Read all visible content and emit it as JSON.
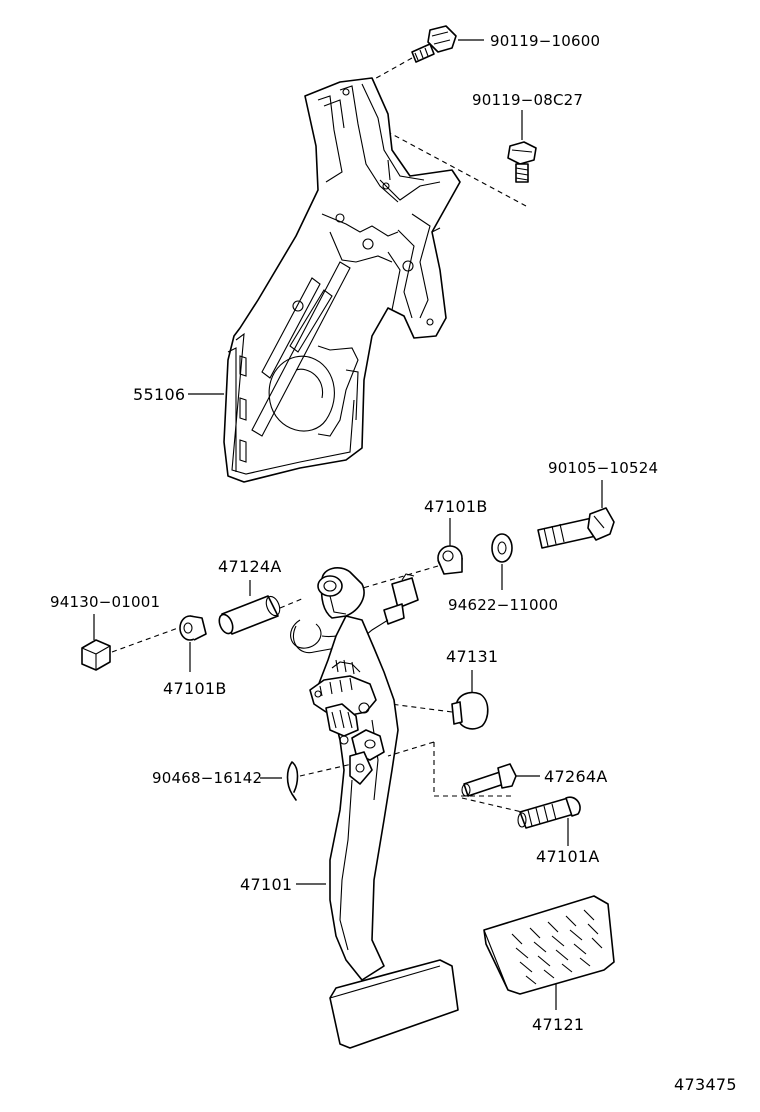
{
  "labels": {
    "p90119_10600": "90119−10600",
    "p90119_08c27": "90119−08C27",
    "p55106": "55106",
    "p90105_10524": "90105−10524",
    "p47101b_top": "47101B",
    "p47124a": "47124A",
    "p94130_01001": "94130−01001",
    "p94622_11000": "94622−11000",
    "p47101b_bottom": "47101B",
    "p47131": "47131",
    "p90468_16142": "90468−16142",
    "p47264a": "47264A",
    "p47101a": "47101A",
    "p47101": "47101",
    "p47121": "47121",
    "diagram_id": "473475"
  }
}
